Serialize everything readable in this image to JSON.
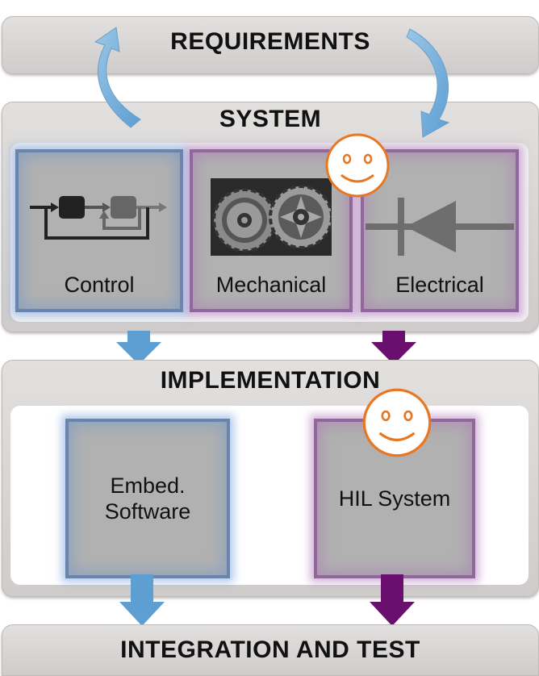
{
  "requirements": {
    "title": "REQUIREMENTS"
  },
  "system": {
    "title": "SYSTEM",
    "boxes": [
      {
        "label": "Control",
        "glow": "blue",
        "icon": "control-loop-icon"
      },
      {
        "label": "Mechanical",
        "glow": "purple",
        "icon": "gears-icon"
      },
      {
        "label": "Electrical",
        "glow": "purple",
        "icon": "diode-icon"
      }
    ]
  },
  "implementation": {
    "title": "IMPLEMENTATION",
    "boxes": [
      {
        "label": "Embed. Software",
        "glow": "blue"
      },
      {
        "label": "HIL System",
        "glow": "purple"
      }
    ]
  },
  "integration": {
    "title": "INTEGRATION AND TEST"
  },
  "colors": {
    "blue_arrow": "#5d9fd3",
    "purple_arrow": "#6b0f6e",
    "smiley": "#e87722",
    "box_fill": "#b1b1b1"
  }
}
